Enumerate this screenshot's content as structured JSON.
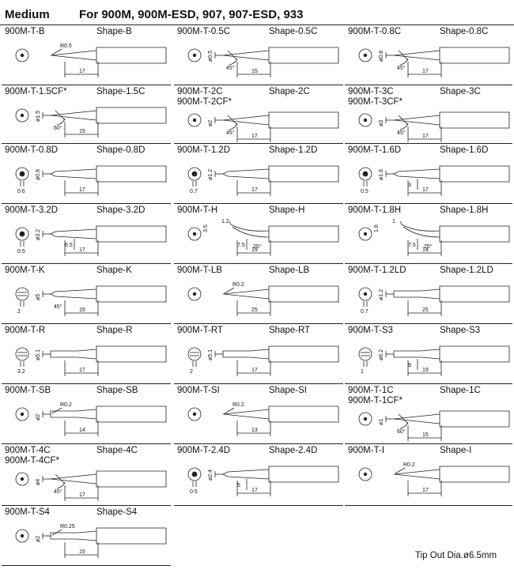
{
  "header": {
    "category": "Medium",
    "models": "For 900M, 900M-ESD, 907, 907-ESD, 933"
  },
  "tips": [
    {
      "model": "900M-T-B",
      "shape": "Shape-B",
      "dia": "",
      "angle": "",
      "len": "17",
      "r": "R0.5",
      "seg": "",
      "t": "conical"
    },
    {
      "model": "900M-T-0.5C",
      "shape": "Shape-0.5C",
      "dia": "ø0.5",
      "angle": "45°",
      "len": "15",
      "r": "",
      "seg": "",
      "t": "bevel"
    },
    {
      "model": "900M-T-0.8C",
      "shape": "Shape-0.8C",
      "dia": "ø0.8",
      "angle": "45°",
      "len": "17",
      "r": "",
      "seg": "",
      "t": "bevel"
    },
    {
      "model": "900M-T-1.5CF*",
      "shape": "Shape-1.5C",
      "dia": "ø1.5",
      "angle": "60°",
      "len": "15",
      "r": "",
      "seg": "",
      "t": "bevel"
    },
    {
      "model": "900M-T-2C",
      "model2": "900M-T-2CF*",
      "shape": "Shape-2C",
      "dia": "ø2",
      "angle": "45°",
      "len": "17",
      "r": "",
      "seg": "",
      "t": "bevel"
    },
    {
      "model": "900M-T-3C",
      "model2": "900M-T-3CF*",
      "shape": "Shape-3C",
      "dia": "ø3",
      "angle": "45°",
      "len": "17",
      "r": "",
      "seg": "",
      "t": "bevel"
    },
    {
      "model": "900M-T-0.8D",
      "shape": "Shape-0.8D",
      "dia": "ø0.8",
      "thick": "0.6",
      "angle": "",
      "len": "17",
      "r": "",
      "seg": "",
      "t": "chisel"
    },
    {
      "model": "900M-T-1.2D",
      "shape": "Shape-1.2D",
      "dia": "ø1.2",
      "thick": "0.7",
      "angle": "",
      "len": "17",
      "r": "",
      "seg": "",
      "t": "chisel"
    },
    {
      "model": "900M-T-1.6D",
      "shape": "Shape-1.6D",
      "dia": "ø1.6",
      "thick": "0.5",
      "angle": "",
      "len": "17",
      "r": "",
      "seg": "3",
      "t": "chisel"
    },
    {
      "model": "900M-T-3.2D",
      "shape": "Shape-3.2D",
      "dia": "ø3.2",
      "thick": "0.5",
      "angle": "",
      "len": "17",
      "r": "",
      "seg": "6.5",
      "t": "chisel"
    },
    {
      "model": "900M-T-H",
      "shape": "Shape-H",
      "dia": "",
      "angle": "25°",
      "len": "19",
      "r": "",
      "seg": "7.5",
      "d1": "1.2",
      "d2": "3.5",
      "t": "bent"
    },
    {
      "model": "900M-T-1.8H",
      "shape": "Shape-1.8H",
      "dia": "",
      "angle": "25°",
      "len": "14",
      "r": "",
      "seg": "7.5",
      "d1": "1",
      "d2": "1.8",
      "t": "bent"
    },
    {
      "model": "900M-T-K",
      "shape": "Shape-K",
      "dia": "ø5",
      "thick": "2",
      "angle": "45°",
      "len": "15",
      "r": "",
      "seg": "",
      "t": "knife"
    },
    {
      "model": "900M-T-LB",
      "shape": "Shape-LB",
      "dia": "",
      "angle": "",
      "len": "25",
      "r": "R0.2",
      "seg": "",
      "t": "long"
    },
    {
      "model": "900M-T-1.2LD",
      "shape": "Shape-1.2LD",
      "dia": "ø1.2",
      "thick": "0.7",
      "angle": "",
      "len": "25",
      "r": "",
      "seg": "",
      "t": "long"
    },
    {
      "model": "900M-T-R",
      "shape": "Shape-R",
      "dia": "ø5.1",
      "thick": "3.2",
      "angle": "",
      "len": "17",
      "r": "",
      "seg": "",
      "t": "cup"
    },
    {
      "model": "900M-T-RT",
      "shape": "Shape-RT",
      "dia": "ø5.1",
      "thick": "2",
      "angle": "",
      "len": "17",
      "r": "",
      "seg": "",
      "t": "cup"
    },
    {
      "model": "900M-T-S3",
      "shape": "Shape-S3",
      "dia": "ø6.2",
      "thick": "1",
      "angle": "",
      "len": "19",
      "r": "",
      "seg": "9",
      "t": "slot"
    },
    {
      "model": "900M-T-SB",
      "shape": "Shape-SB",
      "dia": "ø2",
      "angle": "",
      "len": "14",
      "r": "R0.2",
      "seg": "",
      "t": "step"
    },
    {
      "model": "900M-T-SI",
      "shape": "Shape-SI",
      "dia": "",
      "angle": "",
      "len": "13",
      "r": "R0.2",
      "seg": "",
      "t": "conical"
    },
    {
      "model": "900M-T-1C",
      "model2": "900M-T-1CF*",
      "shape": "Shape-1C",
      "dia": "ø1",
      "angle": "60°",
      "len": "15",
      "r": "",
      "seg": "",
      "t": "bevel"
    },
    {
      "model": "900M-T-4C",
      "model2": "900M-T-4CF*",
      "shape": "Shape-4C",
      "dia": "ø4",
      "angle": "45°",
      "len": "17",
      "r": "",
      "seg": "",
      "t": "bevel"
    },
    {
      "model": "900M-T-2.4D",
      "shape": "Shape-2.4D",
      "dia": "ø2.4",
      "thick": "0.5",
      "angle": "",
      "len": "17",
      "r": "",
      "seg": "5",
      "t": "chisel"
    },
    {
      "model": "900M-T-I",
      "shape": "Shape-I",
      "dia": "",
      "angle": "",
      "len": "17",
      "r": "R0.2",
      "seg": "",
      "t": "conical"
    },
    {
      "model": "900M-T-S4",
      "shape": "Shape-S4",
      "dia": "ø2",
      "angle": "",
      "len": "15",
      "r": "R0.25",
      "seg": "",
      "t": "step"
    }
  ],
  "footer": {
    "note": "Tip Out Dia.ø6.5mm"
  }
}
